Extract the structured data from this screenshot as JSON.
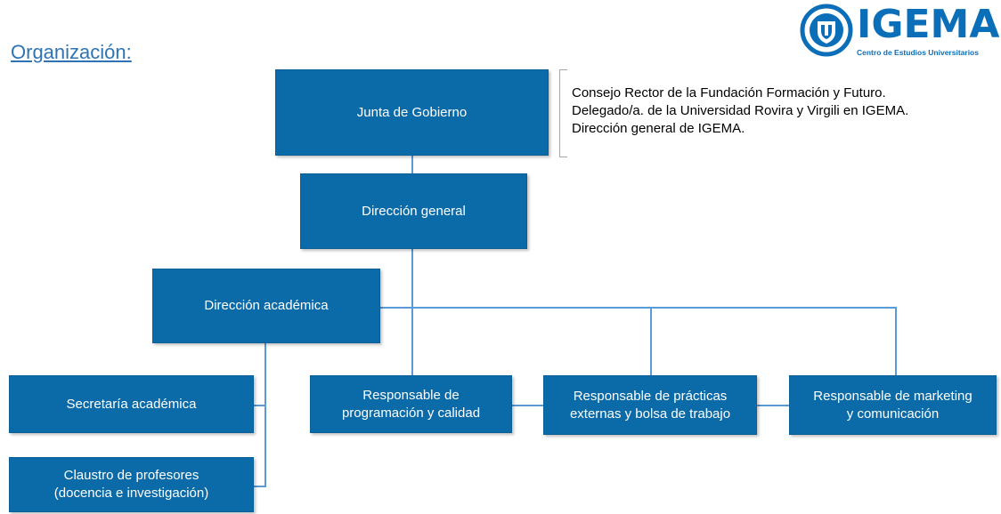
{
  "title": "Organización:",
  "logo": {
    "name": "IGEMA",
    "subtitle": "Centro de Estudios Universitarios",
    "color": "#0b6eb8"
  },
  "nodes": {
    "junta": "Junta de Gobierno",
    "direccion_general": "Dirección general",
    "direccion_academica": "Dirección académica",
    "secretaria": "Secretaría académica",
    "claustro": "Claustro de profesores\n(docencia e investigación)",
    "programacion": "Responsable de\nprogramación y calidad",
    "practicas": "Responsable de prácticas\nexternas y bolsa de trabajo",
    "marketing": "Responsable de marketing\ny comunicación"
  },
  "junta_members": [
    "Consejo Rector de la Fundación Formación y Futuro.",
    "Delegado/a. de la Universidad Rovira y Virgili en IGEMA.",
    "Dirección general de IGEMA."
  ],
  "colors": {
    "box": "#0b6aa8",
    "connector": "#5b9bd5",
    "title": "#2e74b5"
  }
}
